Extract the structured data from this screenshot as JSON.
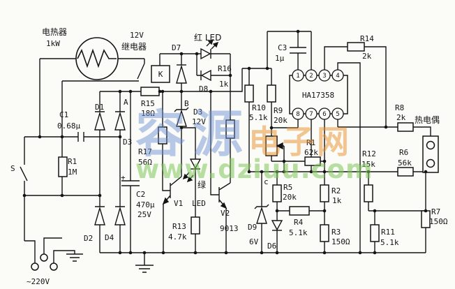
{
  "watermark": {
    "cn_big": "容源",
    "cn_small": "电子网",
    "url": "www.dziuu.com"
  },
  "ic": {
    "name": "HA17358",
    "pins_top": [
      "1",
      "2",
      "3",
      "4"
    ],
    "pins_bottom": [
      "8",
      "7",
      "6",
      "5"
    ]
  },
  "labels": {
    "heater": "电热器",
    "heater_val": "1kW",
    "relay_v": "12V",
    "relay": "继电器",
    "relay_coil": "K",
    "d7": "D7",
    "red_led": "红 LED",
    "d8": "D8",
    "r16": "R16",
    "r16v": "1k",
    "r15": "R15",
    "r15v": "18Ω",
    "node_a": "A",
    "node_b": "B",
    "node_c": "c",
    "c1": "C1",
    "c1v": "0.68μ",
    "d1": "D1",
    "d3b": "D3",
    "d2": "D2",
    "d4": "D4",
    "r1": "R1",
    "r1v": "1M",
    "s": "S",
    "mains": "~220V",
    "r17": "R17",
    "r17v": "56Ω",
    "plus": "+",
    "c2": "C2",
    "c2v": "470μ",
    "c2v2": "25V",
    "d3z": "D3",
    "d3zv": "12V",
    "green_cn": "绿",
    "green_led": "LED",
    "v1": "V1",
    "r13": "R13",
    "r13v": "4.7k",
    "v2": "V2",
    "v2t": "9013",
    "d9": "D9",
    "d9v": "6V",
    "d6": "D6",
    "r5": "R5",
    "r5v": "20k",
    "r4": "R4",
    "r4v": "5.1k",
    "r10": "R10",
    "r10v": "5.1k",
    "r9": "R9",
    "r9v": "20k",
    "rp": "R1",
    "rpv": "62k",
    "c3": "C3",
    "c3v": "1μ",
    "r14": "R14",
    "r14v": "2k",
    "r8": "R8",
    "r8v": "2k",
    "thermo": "热电偶",
    "r6": "R6",
    "r6v": "56k",
    "r12": "R12",
    "r12v": "15k",
    "r2": "R2",
    "r2v": "1k",
    "r3": "R3",
    "r3v": "150Ω",
    "r11": "R11",
    "r11v": "5.1k",
    "r7": "R7",
    "r7v": "150Ω"
  }
}
